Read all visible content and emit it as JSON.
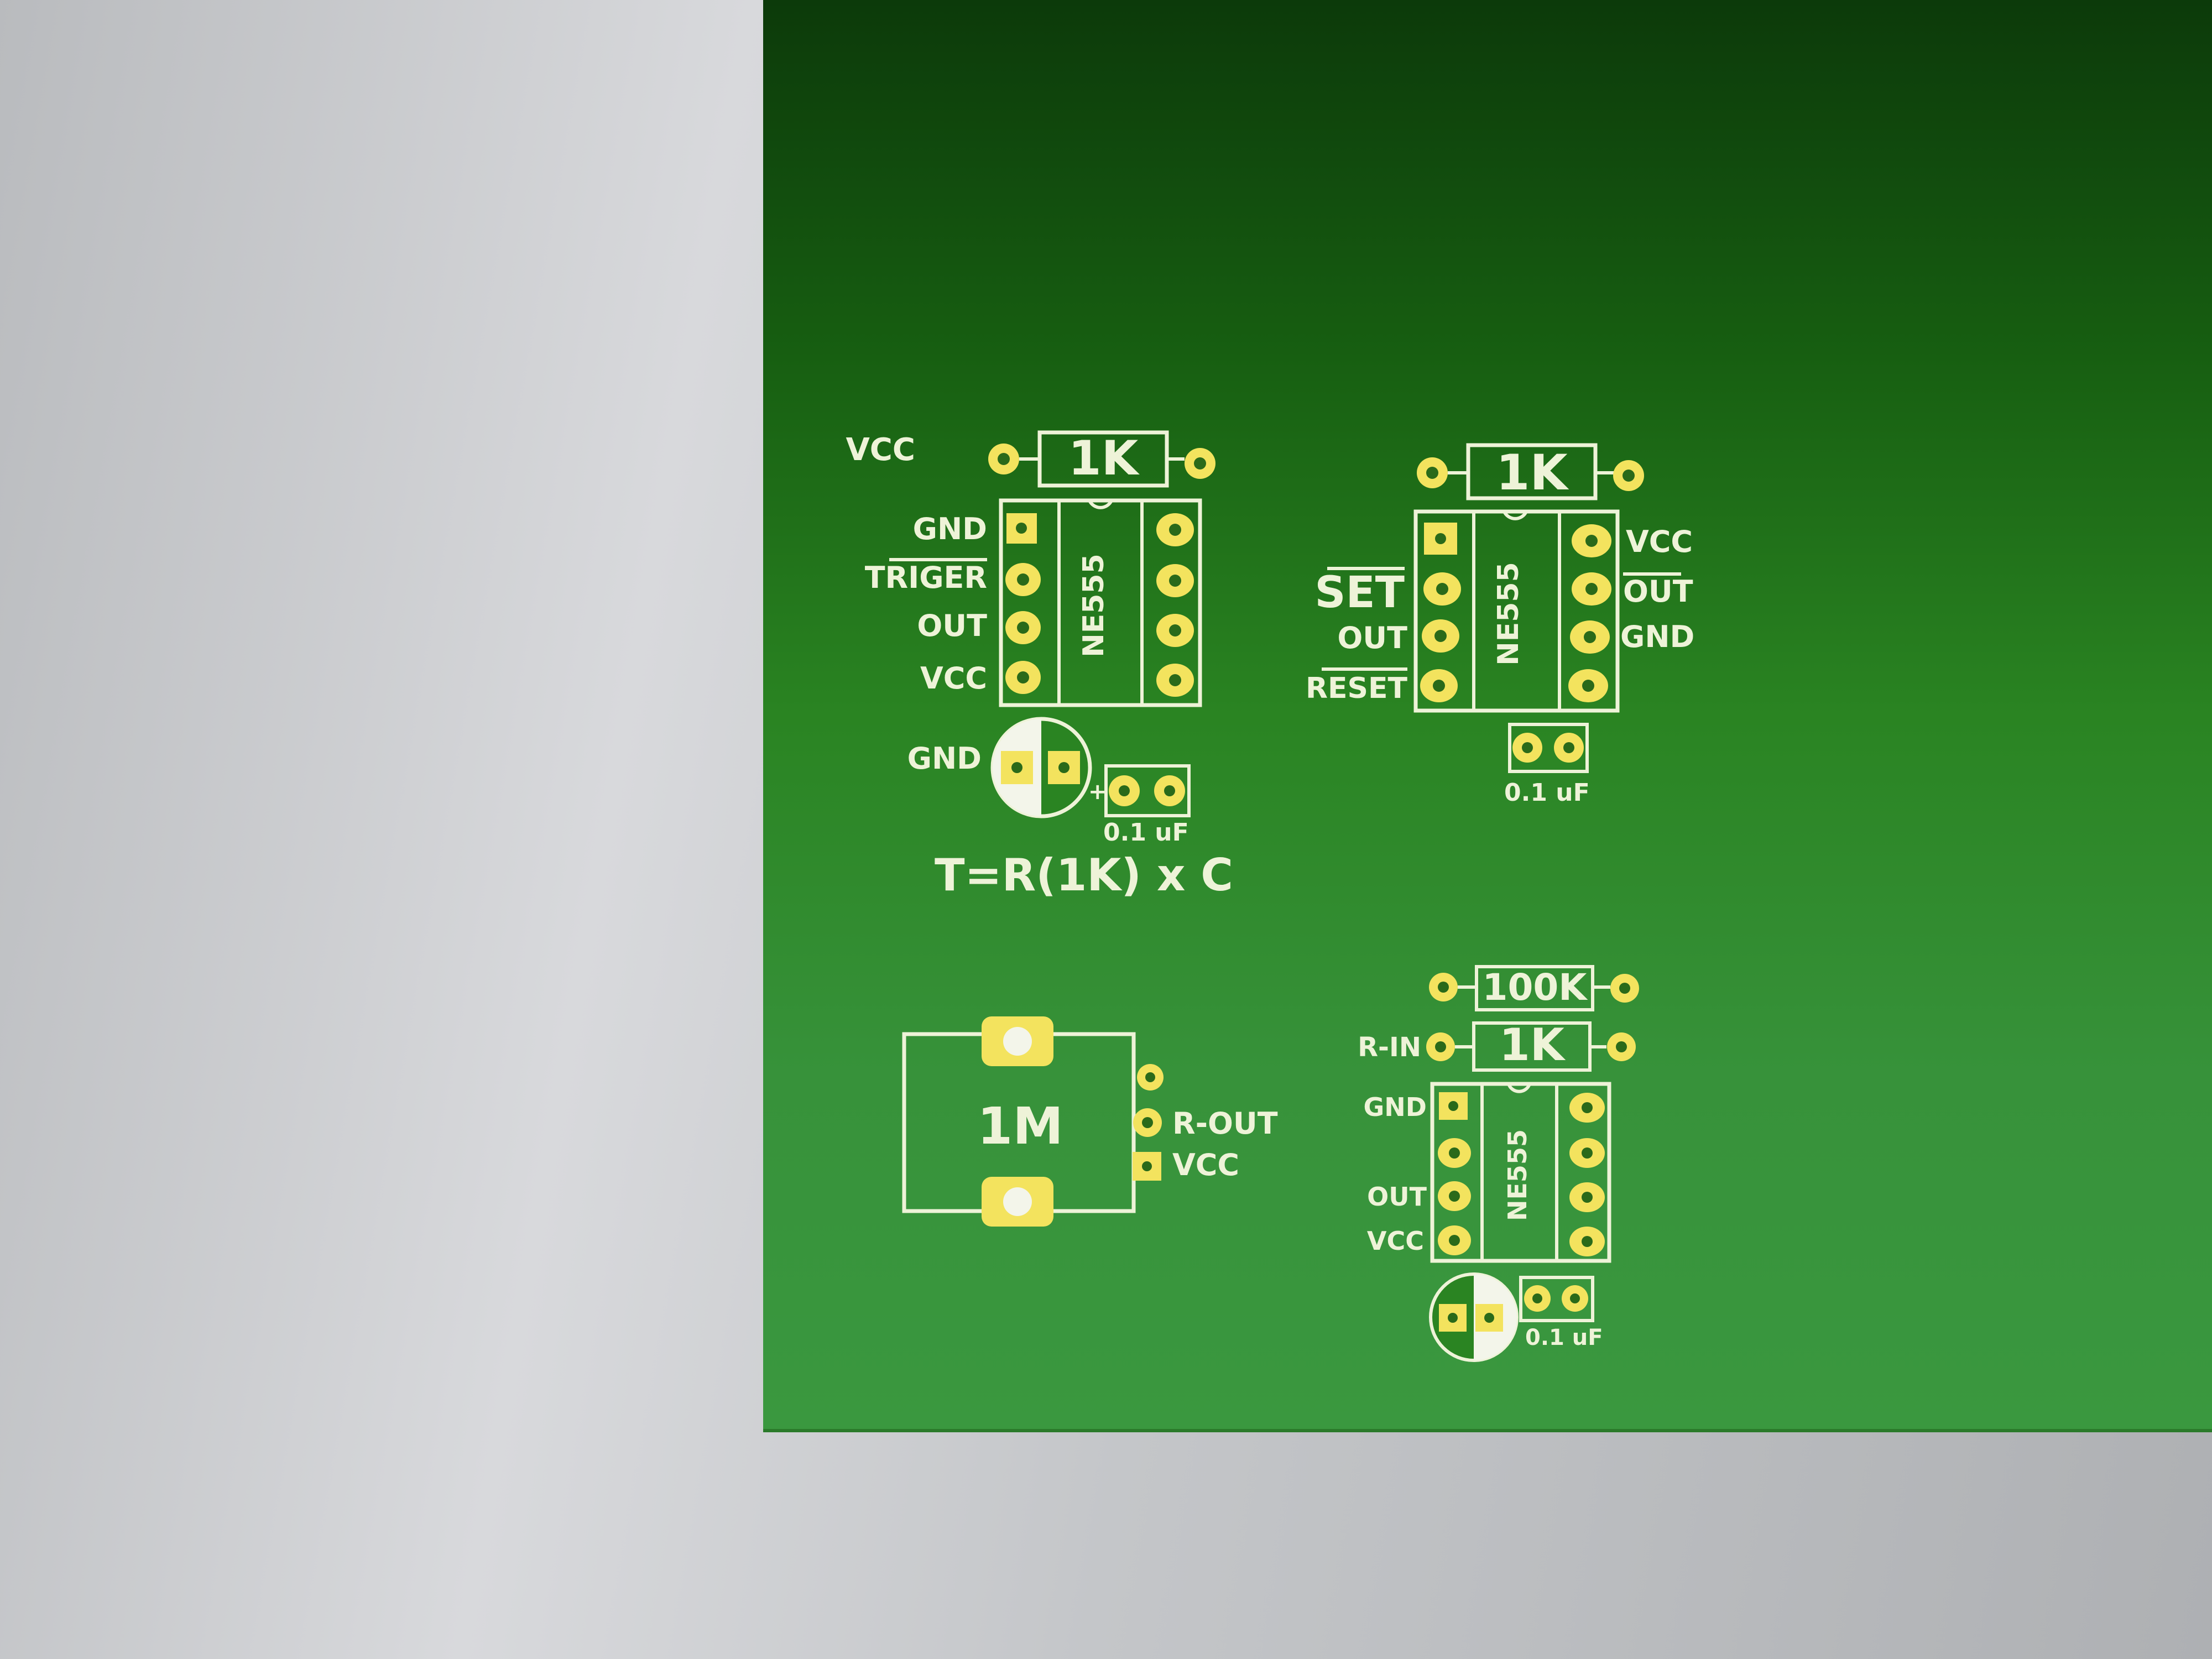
{
  "pcb": {
    "top_left": {
      "resistor_value": "1K",
      "resistor_label": "VCC",
      "chip": "NE555",
      "left_pins": [
        "GND",
        "TRIGER",
        "OUT",
        "VCC"
      ],
      "cap_label": "GND",
      "small_cap_value": "0.1 uF",
      "formula": "T=R(1K) x C"
    },
    "top_right": {
      "resistor_value": "1K",
      "chip": "NE555",
      "left_pins": [
        "SET",
        "OUT",
        "RESET"
      ],
      "right_pins": [
        "VCC",
        "OUT",
        "GND"
      ],
      "small_cap_value": "0.1 uF"
    },
    "bottom_left": {
      "component_value": "1M",
      "pins": [
        "R-OUT",
        "VCC"
      ]
    },
    "bottom_right": {
      "resistor1_value": "100K",
      "resistor2_value": "1K",
      "resistor2_label": "R-IN",
      "chip": "NE555",
      "left_pins": [
        "GND",
        "OUT",
        "VCC"
      ],
      "small_cap_value": "0.1 uF"
    }
  },
  "colors": {
    "board_green": "#2a8422",
    "silkscreen": "#eef3d8",
    "copper_pad": "#f3e35e"
  }
}
